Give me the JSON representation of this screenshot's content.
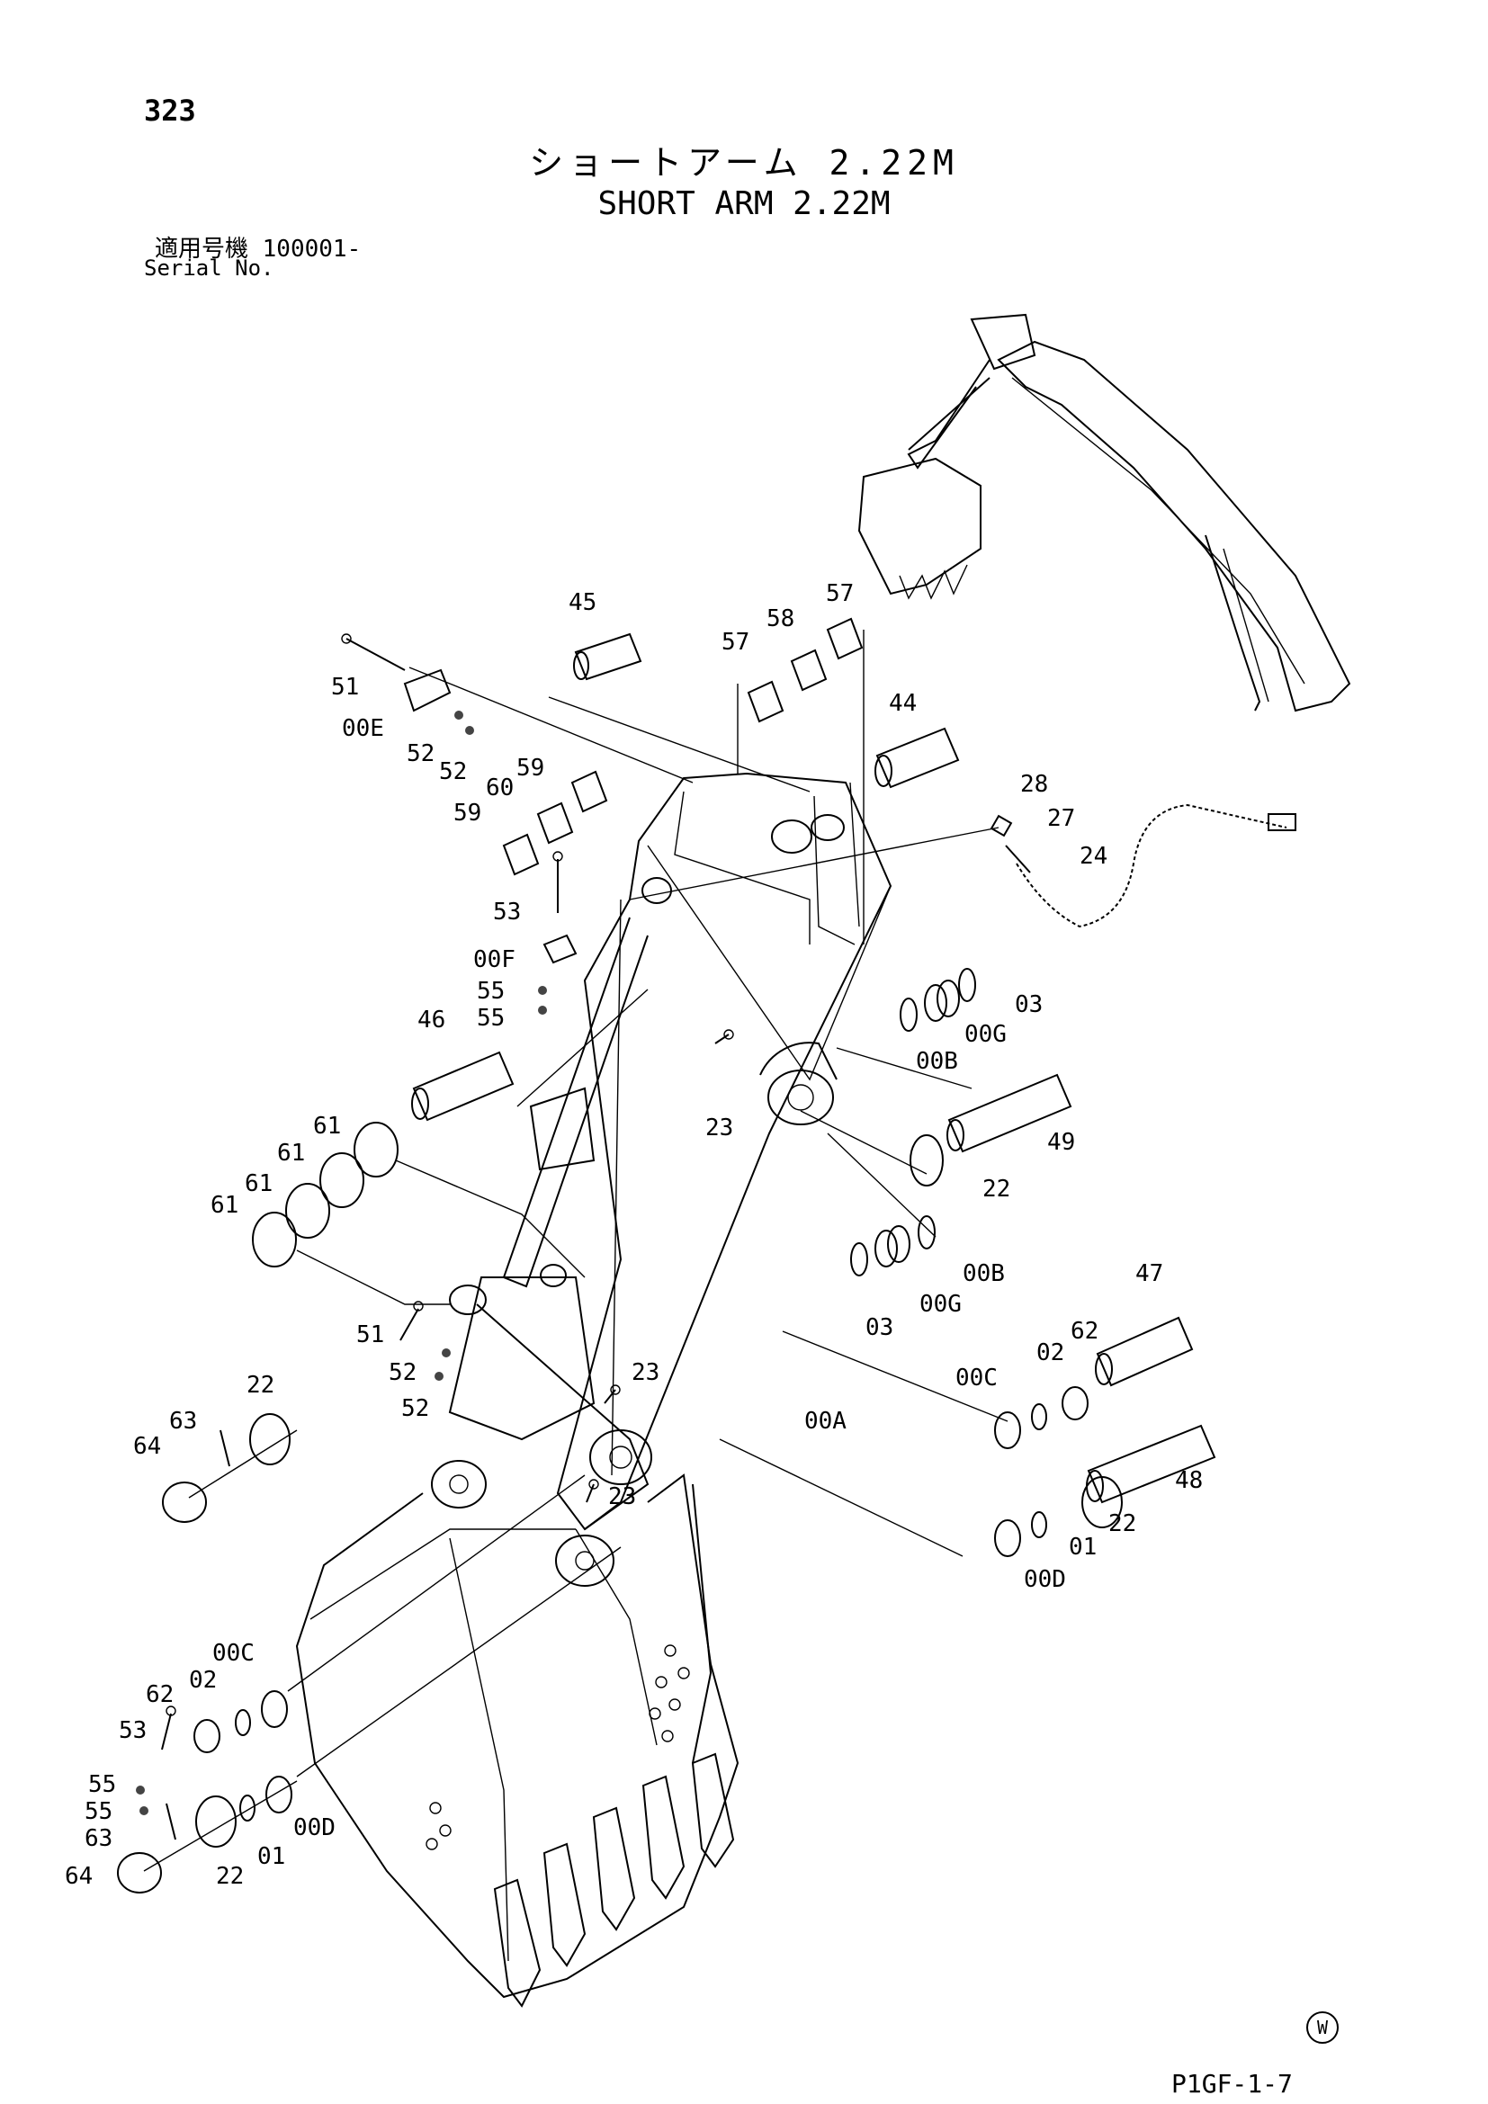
{
  "header": {
    "page_number": "323",
    "title_jp": "ショートアーム 2.22M",
    "title_en": "SHORT ARM 2.22M",
    "serial_jp": "適用号機 100001-",
    "serial_en": "Serial No."
  },
  "footer": {
    "watermark_symbol": "W",
    "drawing_code": "P1GF-1-7"
  },
  "callouts": {
    "c45": "45",
    "c57a": "57",
    "c57b": "57",
    "c58": "58",
    "c44": "44",
    "c51a": "51",
    "c00E": "00E",
    "c52a": "52",
    "c52b": "52",
    "c59a": "59",
    "c60": "60",
    "c59b": "59",
    "c53a": "53",
    "c00F": "00F",
    "c55a": "55",
    "c55b": "55",
    "c28": "28",
    "c27": "27",
    "c24": "24",
    "c03a": "03",
    "c00Ga": "00G",
    "c00Ba": "00B",
    "c46": "46",
    "c23a": "23",
    "c49": "49",
    "c22a": "22",
    "c61a": "61",
    "c61b": "61",
    "c61c": "61",
    "c00Bb": "00B",
    "c00Gb": "00G",
    "c03b": "03",
    "c51b": "51",
    "c52c": "52",
    "c52d": "52",
    "c23b": "23",
    "c47": "47",
    "c62a": "62",
    "c02a": "02",
    "c00C": "00C",
    "c00A": "00A",
    "c22b": "22",
    "c63a": "63",
    "c64a": "64",
    "c23c": "23",
    "c48": "48",
    "c22c": "22",
    "c01a": "01",
    "c00D": "00D",
    "c00Cb": "00C",
    "c02b": "02",
    "c62b": "62",
    "c53b": "53",
    "c55c": "55",
    "c55d": "55",
    "c63b": "63",
    "c64b": "64",
    "c00Db": "00D",
    "c01b": "01",
    "c22d": "22"
  }
}
